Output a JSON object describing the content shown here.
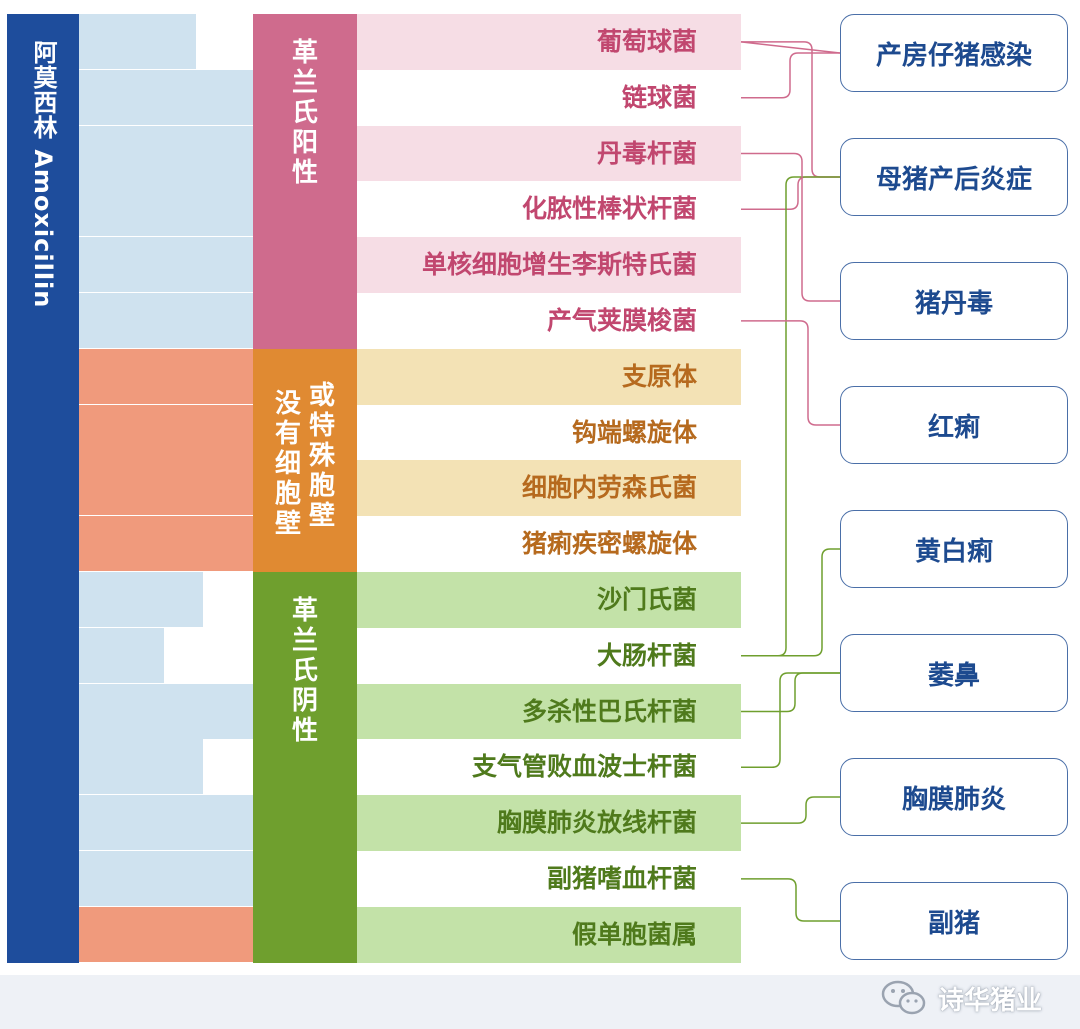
{
  "drug": {
    "label": "阿莫西林 Amoxicillin",
    "color": "#1e4d9c"
  },
  "groups": [
    {
      "id": "gram-positive",
      "label_chars": [
        "革",
        "兰",
        "氏",
        "阳",
        "性"
      ],
      "color": "#cf6b8d",
      "text_color": "#c1476f",
      "row_bg": "#f6dde5"
    },
    {
      "id": "no-cell-wall",
      "label_lines": [
        [
          "没",
          "有",
          "细",
          "胞",
          "壁"
        ],
        [
          "或",
          "特",
          "殊",
          "胞",
          "壁"
        ]
      ],
      "color": "#e08a32",
      "text_color": "#b66a1e",
      "row_bg": "#f3e2b5"
    },
    {
      "id": "gram-negative",
      "label_chars": [
        "革",
        "兰",
        "氏",
        "阴",
        "性"
      ],
      "color": "#6f9f2e",
      "text_color": "#4f7a1c",
      "row_bg": "#c3e2a8"
    }
  ],
  "bacteria": [
    {
      "name": "葡萄球菌",
      "group": 0,
      "bar": 0.67,
      "shaded": true
    },
    {
      "name": "链球菌",
      "group": 0,
      "bar": 1.0,
      "shaded": false
    },
    {
      "name": "丹毒杆菌",
      "group": 0,
      "bar": 1.0,
      "shaded": true
    },
    {
      "name": "化脓性棒状杆菌",
      "group": 0,
      "bar": 1.0,
      "shaded": false
    },
    {
      "name": "单核细胞增生李斯特氏菌",
      "group": 0,
      "bar": 1.0,
      "shaded": true
    },
    {
      "name": "产气荚膜梭菌",
      "group": 0,
      "bar": 1.0,
      "shaded": false
    },
    {
      "name": "支原体",
      "group": 1,
      "bar": 1.0,
      "shaded": true
    },
    {
      "name": "钩端螺旋体",
      "group": 1,
      "bar": 1.0,
      "shaded": false
    },
    {
      "name": "细胞内劳森氏菌",
      "group": 1,
      "bar": 1.0,
      "shaded": true
    },
    {
      "name": "猪痢疾密螺旋体",
      "group": 1,
      "bar": 1.0,
      "shaded": false
    },
    {
      "name": "沙门氏菌",
      "group": 2,
      "bar": 0.71,
      "shaded": true
    },
    {
      "name": "大肠杆菌",
      "group": 2,
      "bar": 0.49,
      "shaded": false
    },
    {
      "name": "多杀性巴氏杆菌",
      "group": 2,
      "bar": 1.0,
      "shaded": true
    },
    {
      "name": "支气管败血波士杆菌",
      "group": 2,
      "bar": 0.71,
      "shaded": false
    },
    {
      "name": "胸膜肺炎放线杆菌",
      "group": 2,
      "bar": 1.0,
      "shaded": true
    },
    {
      "name": "副猪嗜血杆菌",
      "group": 2,
      "bar": 1.0,
      "shaded": false
    },
    {
      "name": "假单胞菌属",
      "group": 2,
      "bar": 1.0,
      "shaded": true
    }
  ],
  "bar_colors": {
    "blue_fill": "#cfe2ef",
    "orange_fill": "#f09a7c",
    "white": "#ffffff"
  },
  "bar_fill_kind": [
    "blue",
    "blue",
    "blue",
    "blue",
    "blue",
    "blue",
    "orange",
    "orange",
    "orange",
    "orange",
    "blue",
    "blue",
    "blue",
    "blue",
    "blue",
    "blue",
    "orange"
  ],
  "diseases": [
    {
      "name": "产房仔猪感染"
    },
    {
      "name": "母猪产后炎症"
    },
    {
      "name": "猪丹毒"
    },
    {
      "name": "红痢"
    },
    {
      "name": "黄白痢"
    },
    {
      "name": "萎鼻"
    },
    {
      "name": "胸膜肺炎"
    },
    {
      "name": "副猪"
    }
  ],
  "links": [
    {
      "from": 0,
      "to": 0,
      "color": "#cf6b8d"
    },
    {
      "from": 1,
      "to": 0,
      "color": "#cf6b8d"
    },
    {
      "from": 0,
      "to": 1,
      "color": "#cf6b8d"
    },
    {
      "from": 3,
      "to": 1,
      "color": "#cf6b8d"
    },
    {
      "from": 11,
      "to": 1,
      "color": "#6f9f2e"
    },
    {
      "from": 2,
      "to": 2,
      "color": "#cf6b8d"
    },
    {
      "from": 5,
      "to": 3,
      "color": "#cf6b8d"
    },
    {
      "from": 11,
      "to": 4,
      "color": "#6f9f2e"
    },
    {
      "from": 12,
      "to": 5,
      "color": "#6f9f2e"
    },
    {
      "from": 13,
      "to": 5,
      "color": "#6f9f2e"
    },
    {
      "from": 14,
      "to": 6,
      "color": "#6f9f2e"
    },
    {
      "from": 15,
      "to": 7,
      "color": "#6f9f2e"
    }
  ],
  "watermark": {
    "text": "诗华猪业",
    "icon": "wechat-icon"
  }
}
